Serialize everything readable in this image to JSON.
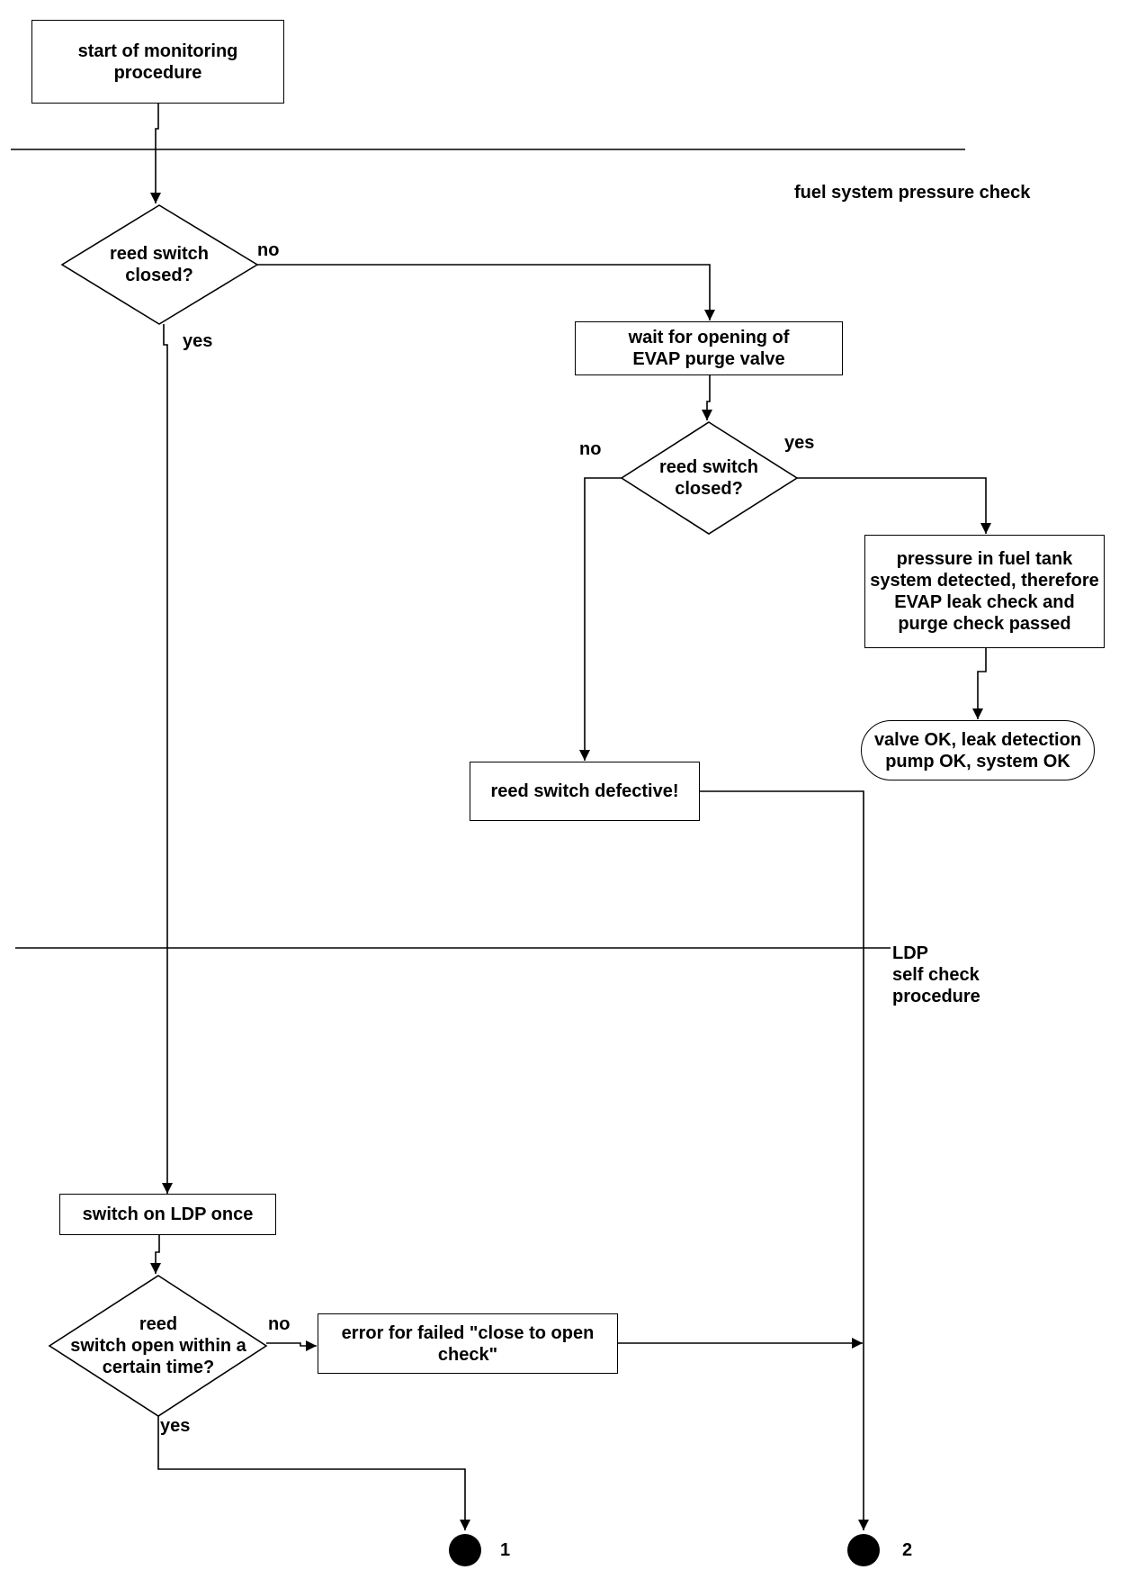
{
  "nodes": {
    "start": "start of monitoring\nprocedure",
    "decision_1": "reed switch\nclosed?",
    "wait_purge": "wait for opening of\nEVAP purge valve",
    "decision_2": "reed switch\nclosed?",
    "pressure_detected": "pressure in fuel  tank\nsystem detected, therefore\nEVAP leak check and\npurge check passed",
    "system_ok": "valve OK, leak detection\npump OK, system OK",
    "reed_defective": "reed switch defective!",
    "switch_ldp": "switch on LDP once",
    "decision_3": "reed\nswitch open within  a\ncertain time?",
    "error_close_open": "error for failed \"close to open\ncheck\""
  },
  "sections": {
    "fuel_pressure": "fuel system pressure check",
    "ldp_self_check": "LDP\nself check\nprocedure"
  },
  "edge_labels": {
    "d1_no": "no",
    "d1_yes": "yes",
    "d2_no": "no",
    "d2_yes": "yes",
    "d3_no": "no",
    "d3_yes": "yes"
  },
  "connectors": {
    "one": "1",
    "two": "2"
  }
}
